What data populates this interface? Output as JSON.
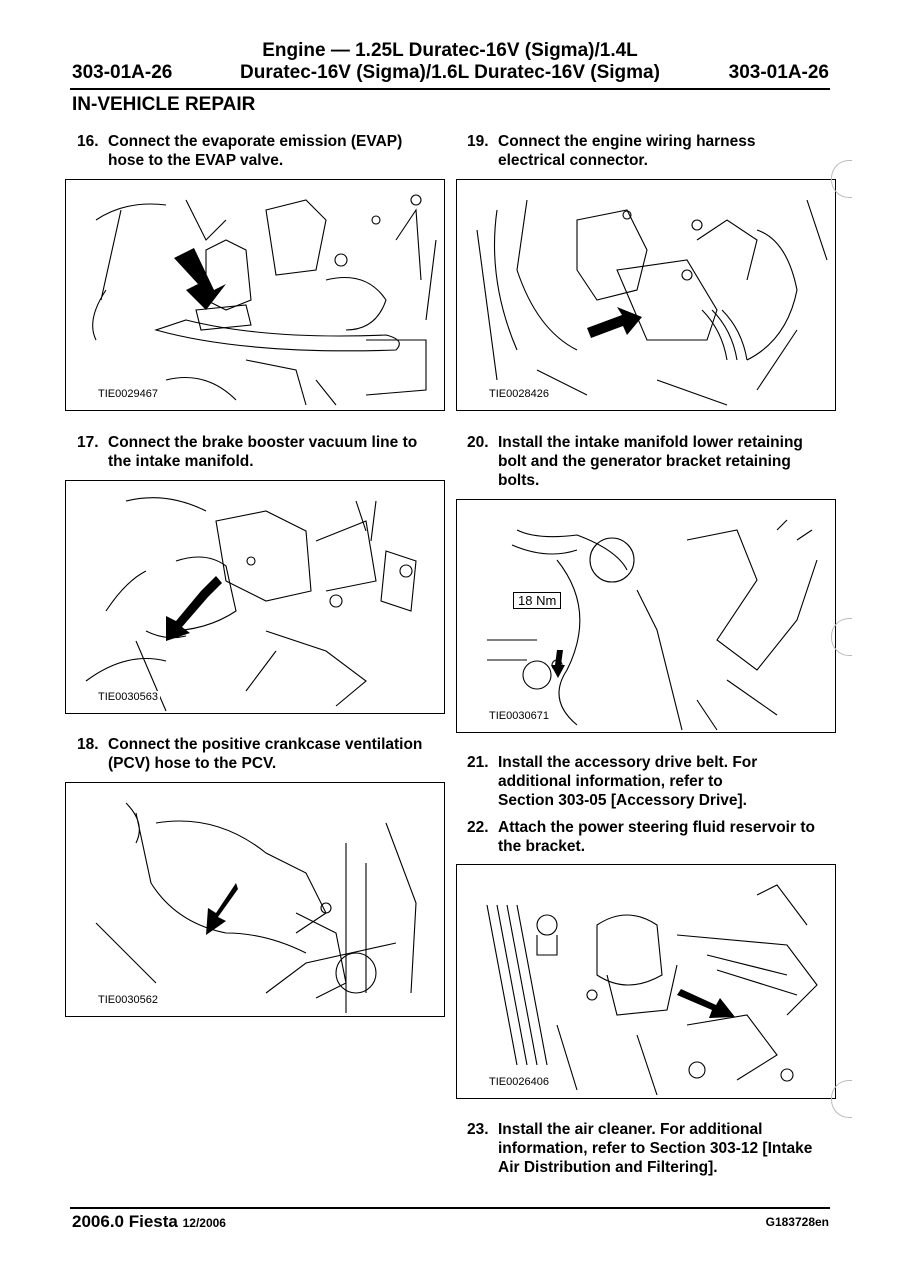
{
  "header": {
    "code_left": "303-01A-26",
    "code_right": "303-01A-26",
    "title_line1": "Engine — 1.25L Duratec-16V (Sigma)/1.4L",
    "title_line2": "Duratec-16V (Sigma)/1.6L Duratec-16V (Sigma)"
  },
  "section_title": "IN-VEHICLE REPAIR",
  "steps": {
    "s16": {
      "num": "16.",
      "line1": "Connect the evaporate emission (EVAP)",
      "line2": "hose to the EVAP valve."
    },
    "s17": {
      "num": "17.",
      "line1": "Connect the brake booster vacuum line to",
      "line2": "the intake manifold."
    },
    "s18": {
      "num": "18.",
      "line1": "Connect the positive crankcase ventilation",
      "line2": "(PCV) hose to the PCV."
    },
    "s19": {
      "num": "19.",
      "line1": "Connect the engine wiring harness",
      "line2": "electrical connector."
    },
    "s20": {
      "num": "20.",
      "line1": "Install the intake manifold lower retaining",
      "line2": "bolt and the generator bracket retaining",
      "line3": "bolts."
    },
    "s21": {
      "num": "21.",
      "line1": "Install the accessory drive belt. For",
      "line2": "additional information, refer to",
      "line3": "Section  303-05 [Accessory Drive]."
    },
    "s22": {
      "num": "22.",
      "line1": "Attach the power steering fluid reservoir to",
      "line2": "the bracket."
    },
    "s23": {
      "num": "23.",
      "line1": "Install the air cleaner. For additional",
      "line2": "information, refer to Section  303-12 [Intake",
      "line3": "Air Distribution and Filtering]."
    }
  },
  "figures": {
    "f16": "TIE0029467",
    "f17": "TIE0030563",
    "f18": "TIE0030562",
    "f19": "TIE0028426",
    "f20": "TIE0030671",
    "f22": "TIE0026406"
  },
  "torque_spec": "18 Nm",
  "footer": {
    "model": "2006.0 Fiesta",
    "date": "12/2006",
    "doc_id": "G183728en"
  }
}
